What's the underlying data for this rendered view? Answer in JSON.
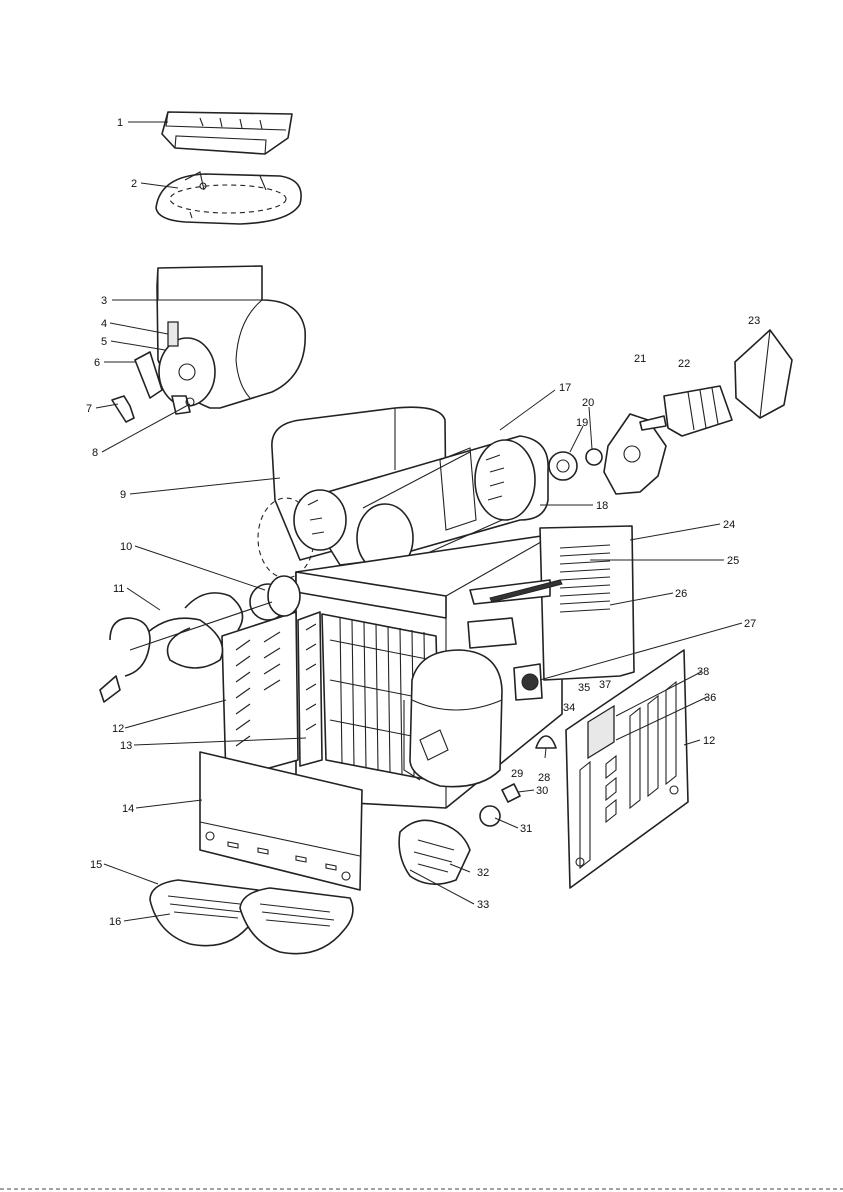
{
  "diagram": {
    "part_labels": [
      "1",
      "2",
      "3",
      "4",
      "5",
      "6",
      "7",
      "8",
      "9",
      "10",
      "11",
      "12",
      "13",
      "14",
      "15",
      "16",
      "17",
      "18",
      "19",
      "20",
      "21",
      "22",
      "23",
      "24",
      "25",
      "26",
      "27",
      "28",
      "29",
      "30",
      "31",
      "32",
      "33",
      "34",
      "35",
      "36",
      "37",
      "38",
      "12"
    ]
  }
}
